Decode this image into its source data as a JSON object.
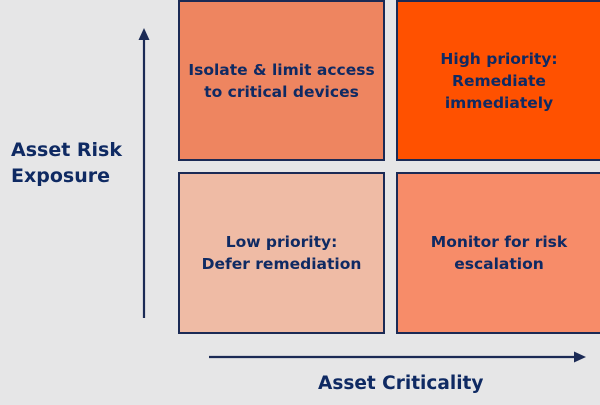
{
  "axes": {
    "y_label": "Asset Risk\nExposure",
    "x_label": "Asset Criticality"
  },
  "quadrants": {
    "top_left": {
      "text": "Isolate & limit access\nto critical devices",
      "color": "#ee8560"
    },
    "top_right": {
      "text": "High priority:\nRemediate\nimmediately",
      "color": "#ff5100"
    },
    "bottom_left": {
      "text": "Low priority:\nDefer remediation",
      "color": "#efbba5"
    },
    "bottom_right": {
      "text": "Monitor for risk\nescalation",
      "color": "#f78c69"
    }
  },
  "colors": {
    "background": "#e6e6e7",
    "text": "#0f2a63",
    "axis": "#1b2a55"
  }
}
